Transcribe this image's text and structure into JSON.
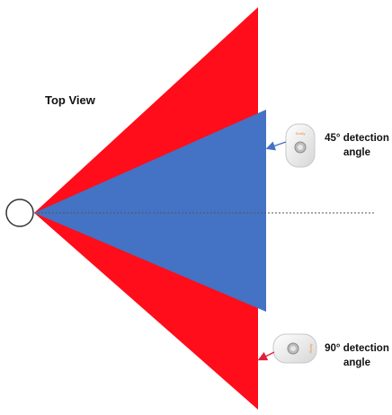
{
  "title": "Top View",
  "colors": {
    "wide_cone": "#ff0d1a",
    "narrow_cone": "#4472c4",
    "sensor_body": "#e9e9e9",
    "arrow_45": "#4472c4",
    "arrow_90": "#e0203a",
    "centerline": "#555555"
  },
  "labels": {
    "angle_45": {
      "line1": "45° detection",
      "line2": "angle"
    },
    "angle_90": {
      "line1": "90° detection",
      "line2": "angle"
    }
  },
  "sensors": {
    "upright": {
      "icon": "motion-sensor-upright-icon",
      "brand_text": "Shelly"
    },
    "sideways": {
      "icon": "motion-sensor-sideways-icon",
      "brand_text": "Shelly"
    }
  }
}
